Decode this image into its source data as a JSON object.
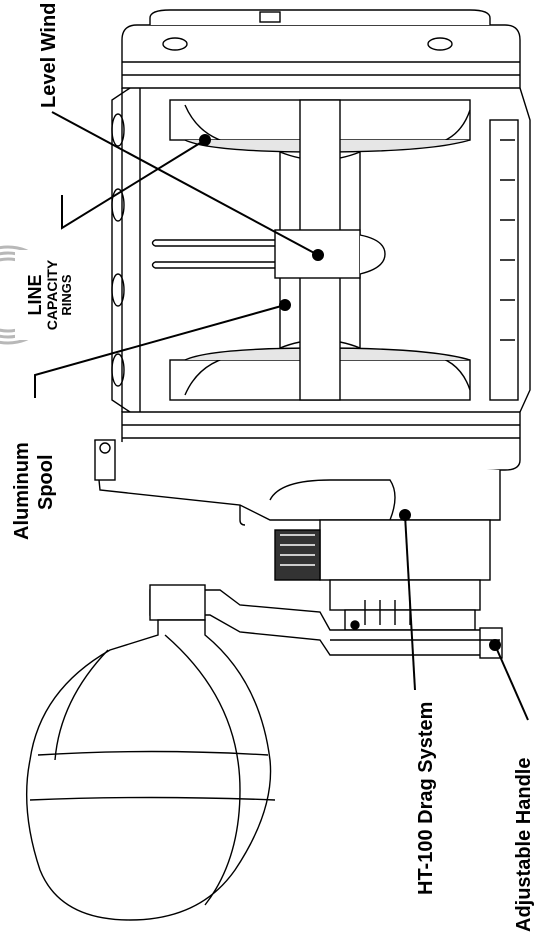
{
  "labels": {
    "level_wind": "Level Wind",
    "aluminum": "Aluminum",
    "spool": "Spool",
    "ht100": "HT-100 Drag System",
    "handle": "Adjustable Handle"
  },
  "logo": {
    "line": "LINE",
    "capacity": "CAPACITY",
    "rings": "RINGS"
  },
  "colors": {
    "ink": "#000000",
    "paper": "#ffffff",
    "shade": "#e6e6e6",
    "mid": "#b8b8b8",
    "dark": "#333333"
  }
}
